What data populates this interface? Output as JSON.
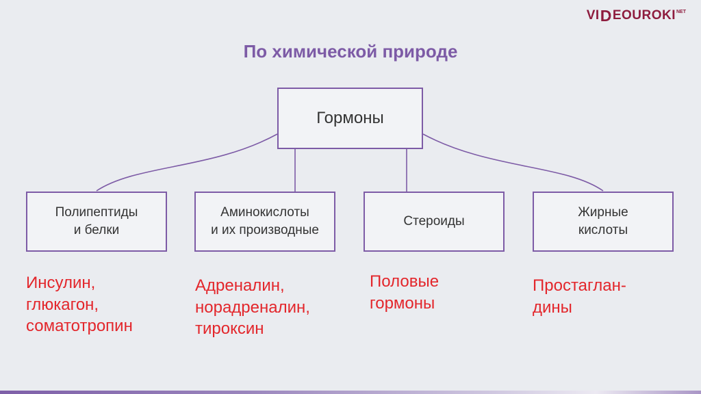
{
  "logo": {
    "part1": "VI",
    "part2": "D",
    "part3": "EOUROKI",
    "suffix": "NET"
  },
  "title": "По химической природе",
  "diagram": {
    "root": "Гормоны",
    "children": [
      {
        "label": "Полипептиды\nи белки",
        "example": "Инсулин,\nглюкагон,\nсоматотропин"
      },
      {
        "label": "Аминокислоты\nи их производные",
        "example": "Адреналин,\nнорадреналин,\nтироксин"
      },
      {
        "label": "Стероиды",
        "example": "Половые\nгормоны"
      },
      {
        "label": "Жирные\nкислоты",
        "example": "Простаглан-\nдины"
      }
    ]
  },
  "colors": {
    "accent_purple": "#7d5ba6",
    "example_red": "#e3262b",
    "logo_maroon": "#8e1c3e",
    "background": "#eaecf0"
  }
}
